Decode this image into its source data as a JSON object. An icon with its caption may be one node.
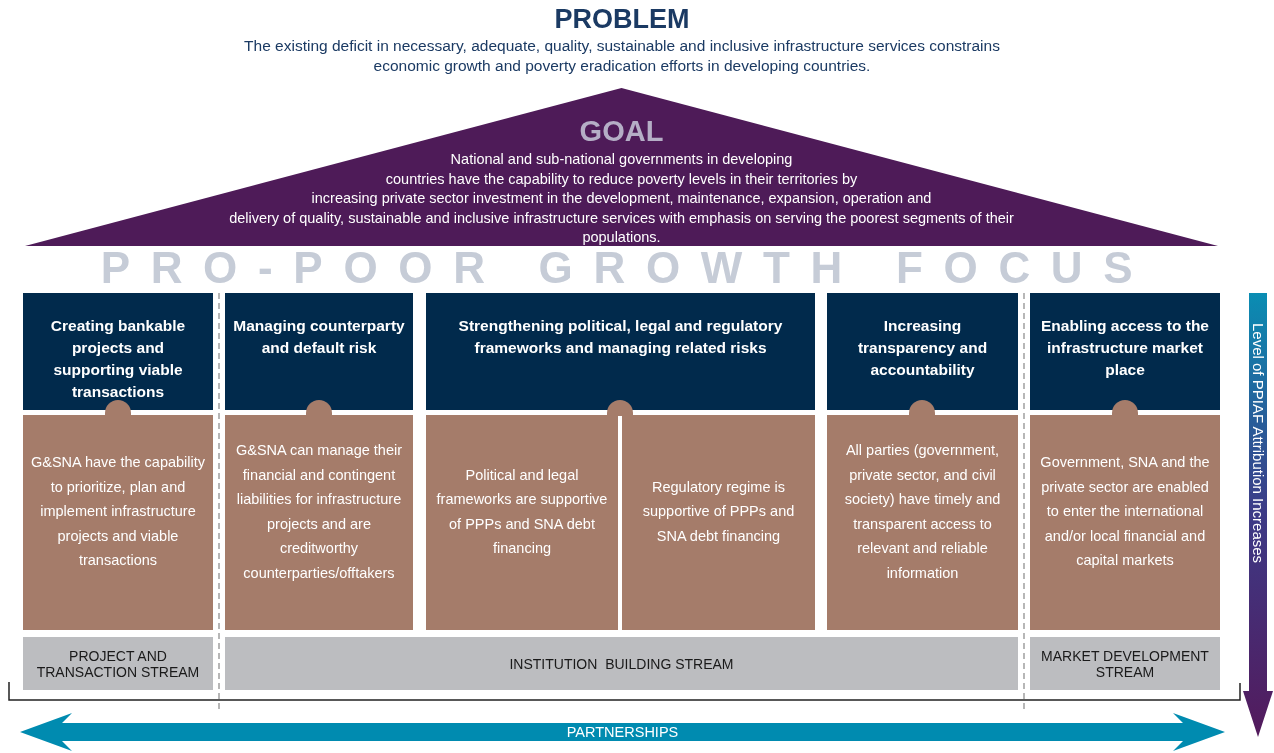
{
  "diagram": {
    "title": "PROBLEM",
    "nodes": [
      {
        "text": [
          "GOAL",
          "National and sub-national governments in developing countries have the capability to reduce poverty levels in their territories by increasing private sector investment in the development, maintenance, expansion, operation and delivery of quality, sustainable and inclusive infrastructure services with emphasis on serving the poorest segments of their populations."
        ]
      },
      {
        "text": [
          "Creating bankable projects and supporting viable transactions"
        ]
      },
      {
        "text": [
          "Managing counterparty and default risk"
        ]
      },
      {
        "text": [
          "Strengthening political, legal and regulatory frameworks and managing related risks"
        ]
      },
      {
        "text": [
          "Increasing transparency and accountability"
        ]
      },
      {
        "text": [
          "Enabling access to the infrastructure market place"
        ]
      },
      {
        "text": [
          "G&SNA have the capability to prioritize, plan and implement infrastructure projects and viable transactions"
        ]
      },
      {
        "text": [
          "G&SNA can manage their financial and contingent liabilities for infrastructure projects and are creditworthy counterparties/offtakers"
        ]
      },
      {
        "text": [
          "Political and legal frameworks are supportive of PPPs and SNA debt financing"
        ]
      },
      {
        "text": [
          "Regulatory regime is supportive of PPPs and SNA debt financing"
        ]
      },
      {
        "text": [
          "All parties (government, private sector, and civil society) have timely and transparent access to relevant and reliable information"
        ]
      },
      {
        "text": [
          "Government, SNA and the private sector are enabled to enter the international and/or local financial and capital markets"
        ]
      },
      {
        "text": [
          "PROJECT AND TRANSACTION STREAM"
        ]
      },
      {
        "text": [
          "INSTITUTION  BUILDING STREAM"
        ]
      },
      {
        "text": [
          "MARKET DEVELOPMENT STREAM"
        ]
      },
      {
        "text": [
          "PARTNERSHIPS"
        ]
      },
      {
        "text": [
          "Level of PPIAF Attribution Increases"
        ]
      }
    ],
    "labels": [
      "The existing deficit in necessary, adequate, quality, sustainable and inclusive infrastructure services constrains economic growth and poverty eradication efforts in developing countries.",
      "PRO-POOR GROWTH FOCUS"
    ]
  }
}
